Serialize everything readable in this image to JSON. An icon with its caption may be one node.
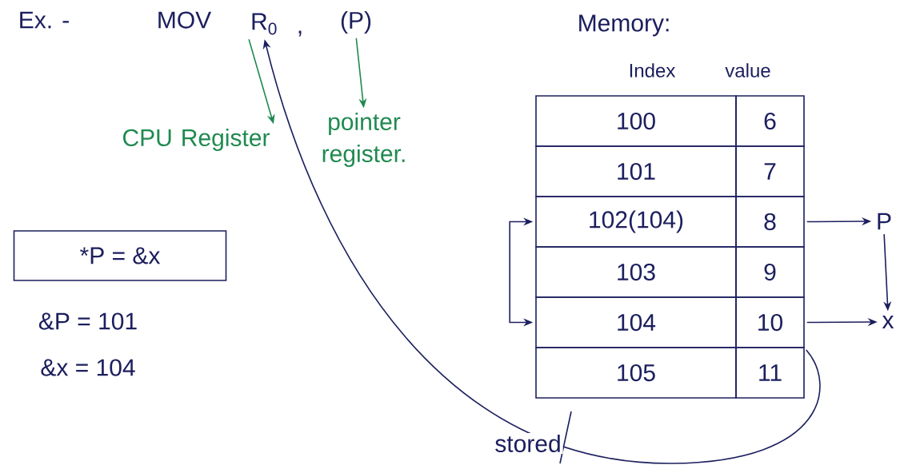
{
  "diagram": {
    "nodes": [
      {
        "text": [
          "R$_{0}$"
        ]
      },
      {
        "text": [
          "(P)"
        ]
      },
      {
        "text": [
          "CPU Register"
        ]
      },
      {
        "text": [
          "pointer register."
        ]
      },
      {
        "text": [
          "*P = &x"
        ]
      },
      {
        "text": [
          "100"
        ]
      },
      {
        "text": [
          "101"
        ]
      },
      {
        "text": [
          "102(104)"
        ]
      },
      {
        "text": [
          "103"
        ]
      },
      {
        "text": [
          "104"
        ]
      },
      {
        "text": [
          "105"
        ]
      },
      {
        "text": [
          "6"
        ]
      },
      {
        "text": [
          "7"
        ]
      },
      {
        "text": [
          "8"
        ]
      },
      {
        "text": [
          "9"
        ]
      },
      {
        "text": [
          "10"
        ]
      },
      {
        "text": [
          "11"
        ]
      },
      {
        "text": [
          "P"
        ]
      },
      {
        "text": [
          "x"
        ]
      }
    ],
    "edges": [
      {
        "from": 0,
        "to": 2,
        "arrow": "to",
        "color": "#1f8a50"
      },
      {
        "from": 1,
        "to": 3,
        "arrow": "to",
        "color": "#1f8a50"
      },
      {
        "from": 15,
        "to": 0,
        "arrow": "to"
      },
      {
        "from": 7,
        "to": 9,
        "arrow": "both"
      },
      {
        "from": 13,
        "to": 17,
        "arrow": "to"
      },
      {
        "from": 17,
        "to": 18,
        "arrow": "to"
      },
      {
        "from": 15,
        "to": 18,
        "arrow": "to"
      }
    ],
    "labels": [
      "Ex. -",
      "MOV",
      ",",
      "Memory:",
      "Index",
      "value",
      "&P = 101",
      "&x = 104",
      "stored"
    ]
  }
}
